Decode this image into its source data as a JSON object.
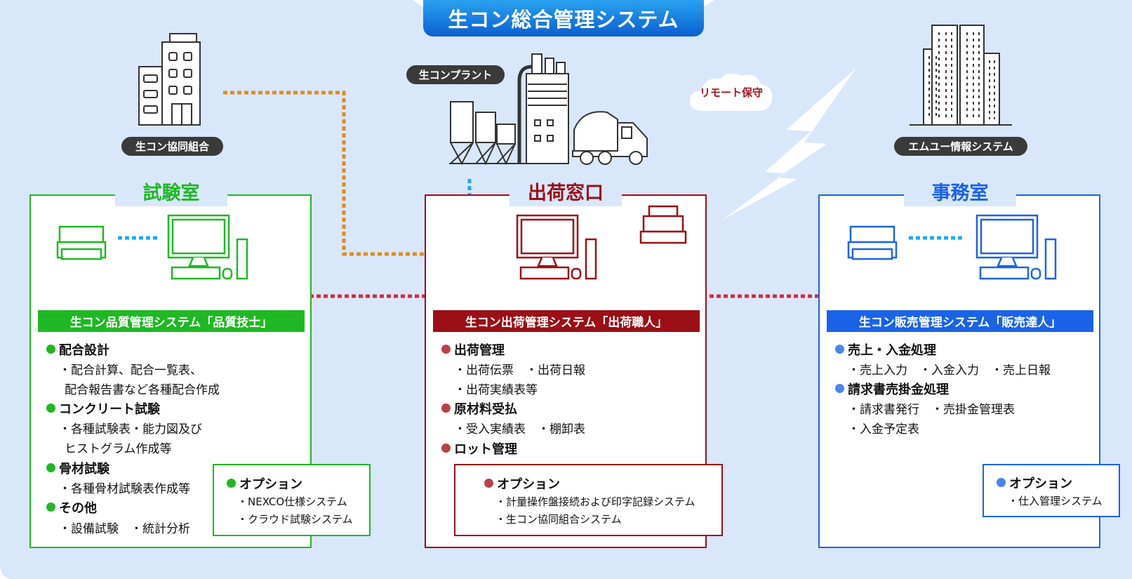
{
  "title": "生コン総合管理システム",
  "badges": {
    "kumiai": "生コン協同組合",
    "plant": "生コンプラント",
    "mu": "エムユー情報システム",
    "remote": "リモート保守"
  },
  "colors": {
    "background": "#d9e7fb",
    "green": "#1fb824",
    "red": "#9b0f16",
    "blue": "#1a63e8",
    "orange": "#e08c1c",
    "cyan": "#22a8f0",
    "dotted_red": "#d42b38"
  },
  "icons": [
    "office-building-icon",
    "plant-icon",
    "mixer-truck-icon",
    "skyscraper-icon",
    "lightning-icon",
    "cloud-icon",
    "computer-icon",
    "printer-icon"
  ],
  "panels": {
    "lab": {
      "title": "試験室",
      "system": "生コン品質管理システム「品質技士」",
      "items": [
        {
          "heading": "配合設計",
          "lines": [
            "・配合計算、配合一覧表、",
            "配合報告書など各種配合作成"
          ]
        },
        {
          "heading": "コンクリート試験",
          "lines": [
            "・各種試験表・能力図及び",
            "ヒストグラム作成等"
          ]
        },
        {
          "heading": "骨材試験",
          "lines": [
            "・各種骨材試験表作成等"
          ]
        },
        {
          "heading": "その他",
          "lines": [
            "・設備試験　・統計分析"
          ]
        }
      ],
      "option": {
        "heading": "オプション",
        "lines": [
          "・NEXCO仕様システム",
          "・クラウド試験システム"
        ]
      }
    },
    "shipping": {
      "title": "出荷窓口",
      "system": "生コン出荷管理システム「出荷職人」",
      "items": [
        {
          "heading": "出荷管理",
          "lines": [
            "・出荷伝票　・出荷日報",
            "・出荷実績表等"
          ]
        },
        {
          "heading": "原材料受払",
          "lines": [
            "・受入実績表　・棚卸表"
          ]
        },
        {
          "heading": "ロット管理",
          "lines": []
        }
      ],
      "option": {
        "heading": "オプション",
        "lines": [
          "・計量操作盤接続および印字記録システム",
          "・生コン協同組合システム"
        ]
      }
    },
    "office": {
      "title": "事務室",
      "system": "生コン販売管理システム「販売達人」",
      "items": [
        {
          "heading": "売上・入金処理",
          "lines": [
            "・売上入力　・入金入力　・売上日報"
          ]
        },
        {
          "heading": "請求書売掛金処理",
          "lines": [
            "・請求書発行　・売掛金管理表",
            "・入金予定表"
          ]
        }
      ],
      "option": {
        "heading": "オプション",
        "lines": [
          "・仕入管理システム"
        ]
      }
    }
  }
}
